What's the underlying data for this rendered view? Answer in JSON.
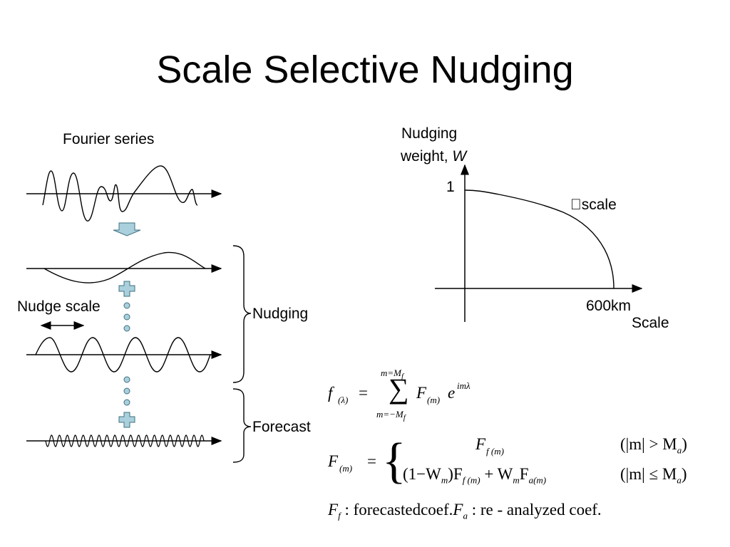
{
  "slide": {
    "title": "Scale Selective Nudging"
  },
  "waves": {
    "fourier_label": "Fourier series",
    "nudge_scale_label": "Nudge scale",
    "nudging_label": "Nudging",
    "forecast_label": "Forecast"
  },
  "graph": {
    "y_label_line1": "Nudging",
    "y_label_line2": "weight,",
    "y_label_symbol": "W",
    "y_tick": "1",
    "curve_label": "\u0000scale",
    "x_tick": "600km",
    "x_label": "Scale"
  },
  "equations": {
    "eq1_lhs": "f",
    "eq1_lhs_sub": "(λ)",
    "eq1_eq": "=",
    "eq1_sum_top": "m=M",
    "eq1_sum_top_sub": "f",
    "eq1_sum_bottom": "m=−M",
    "eq1_sum_bottom_sub": "f",
    "eq1_term": "F",
    "eq1_term_sub": "(m)",
    "eq1_exp_base": "e",
    "eq1_exp": "imλ",
    "eq2_lhs": "F",
    "eq2_lhs_sub": "(m)",
    "eq2_eq": "=",
    "case1_expr": "F",
    "case1_expr_sub": "f (m)",
    "case1_cond": "(|m| > M",
    "case1_cond_sub": "a",
    "case1_cond_close": ")",
    "case2_a": "(1−W",
    "case2_a_sub": "m",
    "case2_b": ")F",
    "case2_b_sub": "f (m)",
    "case2_c": " + W",
    "case2_c_sub": "m",
    "case2_d": "F",
    "case2_d_sub": "a(m)",
    "case2_cond": "(|m| ≤ M",
    "case2_cond_sub": "a",
    "case2_cond_close": ")",
    "legend_ff": "F",
    "legend_ff_sub": "f",
    "legend_ff_desc": " : forecastedcoef.",
    "legend_fa": "F",
    "legend_fa_sub": "a",
    "legend_fa_desc": " : re - analyzed coef."
  }
}
